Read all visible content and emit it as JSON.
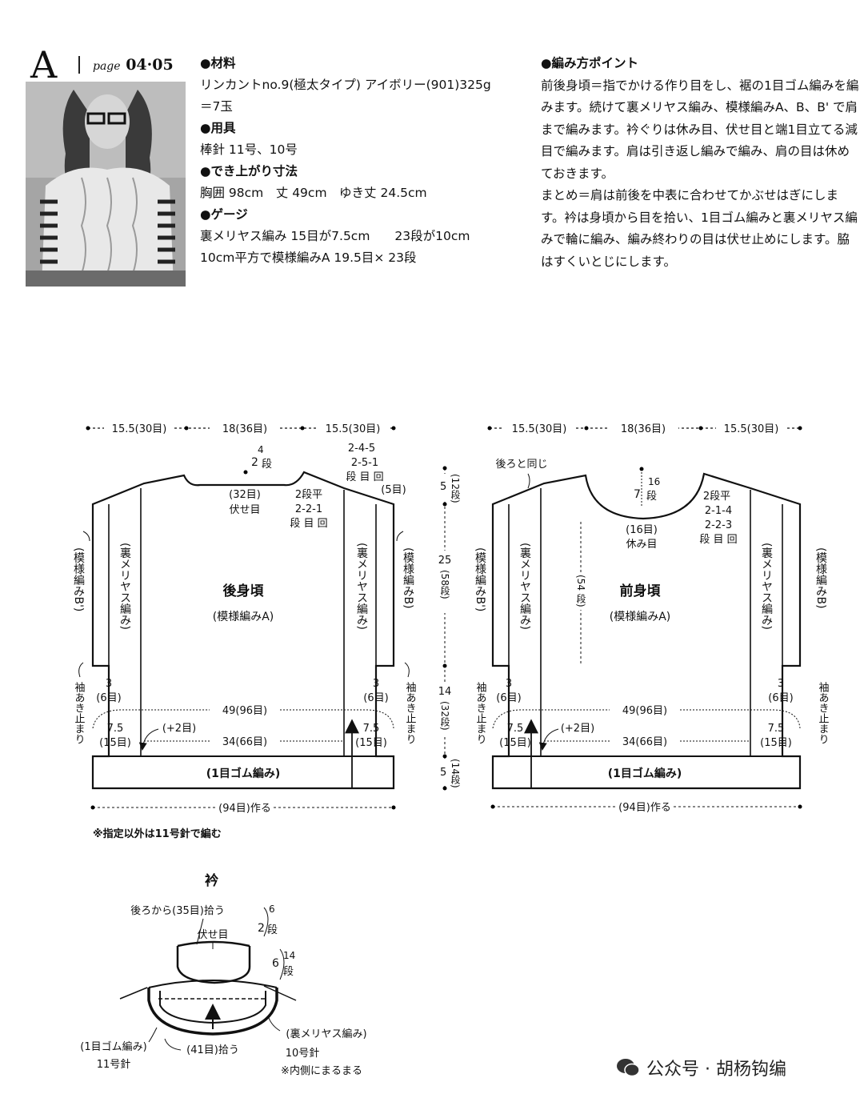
{
  "header": {
    "letter": "A",
    "page_prefix": "page",
    "page_numbers": "04·05"
  },
  "materials": {
    "materials_heading": "●材料",
    "materials_line1": "リンカントno.9(極太タイプ) アイボリー(901)325g",
    "materials_line2": "＝7玉",
    "tools_heading": "●用具",
    "tools_line": "棒針 11号、10号",
    "size_heading": "●でき上がり寸法",
    "size_line": "胸囲 98cm　丈 49cm　ゆき丈 24.5cm",
    "gauge_heading": "●ゲージ",
    "gauge_line1": "裏メリヤス編み 15目が7.5cm　　23段が10cm",
    "gauge_line2": "10cm平方で模様編みA 19.5目× 23段"
  },
  "tips": {
    "heading": "●編み方ポイント",
    "body": "前後身頃＝指でかける作り目をし、裾の1目ゴム編みを編みます。続けて裏メリヤス編み、模様編みA、B、B' で肩まで編みます。衿ぐりは休み目、伏せ目と端1目立てる減目で編みます。肩は引き返し編みで編み、肩の目は休めておきます。",
    "body2": "まとめ＝肩は前後を中表に合わせてかぶせはぎにします。衿は身頃から目を拾い、1目ゴム編みと裏メリヤス編みで輪に編み、編み終わりの目は伏せ止めにします。脇はすくいとじにします。"
  },
  "back": {
    "top_left": "15.5(30目)",
    "top_mid": "18(36目)",
    "top_right": "15.5(30目)",
    "neck_rows_top": "4",
    "neck_rows_mid": "2",
    "neck_rows_unit": "段",
    "bind_off_count": "(32目)",
    "bind_off_label": "伏せ目",
    "shoulder_a": "2-4-5",
    "shoulder_b": "2-5-1",
    "shoulder_unit": "段 目 回",
    "shoulder_end": "(5目)",
    "neck_dec_a": "2段平",
    "neck_dec_b": "2-2-1",
    "neck_dec_unit": "段 目 回",
    "title": "後身頃",
    "subtitle": "(模様編みA)",
    "left_side_label": "(模様編みB')",
    "left_inner_label": "(裏メリヤス編み)",
    "right_inner_label": "(裏メリヤス編み)",
    "right_side_label": "(模様編みB)",
    "armhole_left_a": "3",
    "armhole_left_b": "(6目)",
    "armhole_right_a": "3",
    "armhole_right_b": "(6目)",
    "sleeve_stop": "袖あき止まり",
    "width_49": "49(96目)",
    "width_34": "34(66目)",
    "plus2": "(+2目)",
    "side_left_a": "7.5",
    "side_left_b": "(15目)",
    "side_right_a": "7.5",
    "side_right_b": "(15目)",
    "rib": "(1目ゴム編み)",
    "cast_on": "(94目)作る"
  },
  "vertical": {
    "v1_a": "5",
    "v1_b": "(12段)",
    "v2_a": "25",
    "v2_b": "(58段)",
    "v3_a": "14",
    "v3_b": "(32段)",
    "v4_a": "5",
    "v4_b": "(14段)"
  },
  "front": {
    "top_left": "15.5(30目)",
    "top_mid": "18(36目)",
    "top_right": "15.5(30目)",
    "same_as_back": "後ろと同じ",
    "neck_rows_a": "16",
    "neck_rows_b": "段",
    "neck_cm": "7",
    "neck_rest": "(16目)",
    "neck_rest_label": "休み目",
    "dec_a": "2段平",
    "dec_b": "2-1-4",
    "dec_c": "2-2-3",
    "dec_unit": "段 目 回",
    "rows54_a": "(54",
    "rows54_b": "段)",
    "title": "前身頃",
    "subtitle": "(模様編みA)",
    "left_side_label": "(模様編みB')",
    "left_inner_label": "(裏メリヤス編み)",
    "right_inner_label": "(裏メリヤス編み)",
    "right_side_label": "(模様編みB)",
    "armhole_left_a": "3",
    "armhole_left_b": "(6目)",
    "armhole_right_a": "3",
    "armhole_right_b": "(6目)",
    "sleeve_stop": "袖あき止まり",
    "width_49": "49(96目)",
    "width_34": "34(66目)",
    "plus2": "(+2目)",
    "side_left_a": "7.5",
    "side_left_b": "(15目)",
    "side_right_a": "7.5",
    "side_right_b": "(15目)",
    "rib": "(1目ゴム編み)",
    "cast_on": "(94目)作る"
  },
  "note": "※指定以外は11号針で編む",
  "collar": {
    "title": "衿",
    "pickup_back": "後ろから(35目)拾う",
    "bind_off": "伏せ目",
    "rows_a_top": "6",
    "rows_a_mid": "2",
    "rows_a_unit": "段",
    "rows_b_top": "14",
    "rows_b_mid": "6",
    "rows_b_unit": "段",
    "rib": "(1目ゴム編み)",
    "rib_needle": "11号針",
    "pickup_front": "(41目)拾う",
    "purl": "(裏メリヤス編み)",
    "purl_needle": "10号針",
    "note": "※内側にまるまる"
  },
  "watermark": "公众号 · 胡杨钩编"
}
